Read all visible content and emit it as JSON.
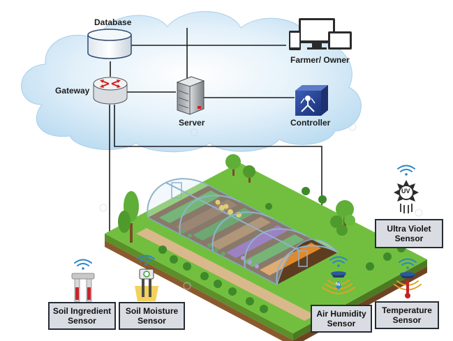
{
  "network": {
    "database_label": "Database",
    "gateway_label": "Gateway",
    "server_label": "Server",
    "farmer_label": "Farmer/ Owner",
    "controller_label": "Controller"
  },
  "sensors": {
    "soil_ingredient": {
      "line1": "Soil Ingredient",
      "line2": "Sensor"
    },
    "soil_moisture": {
      "line1": "Soil Moisture",
      "line2": "Sensor"
    },
    "air_humidity": {
      "line1": "Air Humidity",
      "line2": "Sensor"
    },
    "temperature": {
      "line1": "Temperature",
      "line2": "Sensor"
    },
    "ultra_violet": {
      "line1": "Ultra Violet",
      "line2": "Sensor"
    }
  },
  "icons": {
    "uv_badge": "UV",
    "humidity_badge": "%"
  },
  "colors": {
    "cloud": "#c7e2f3",
    "grass": "#72bf3f",
    "soil_side": "#8a5a2e",
    "wifi": "#2a86c7",
    "sensor_box": "#d9dde3"
  }
}
